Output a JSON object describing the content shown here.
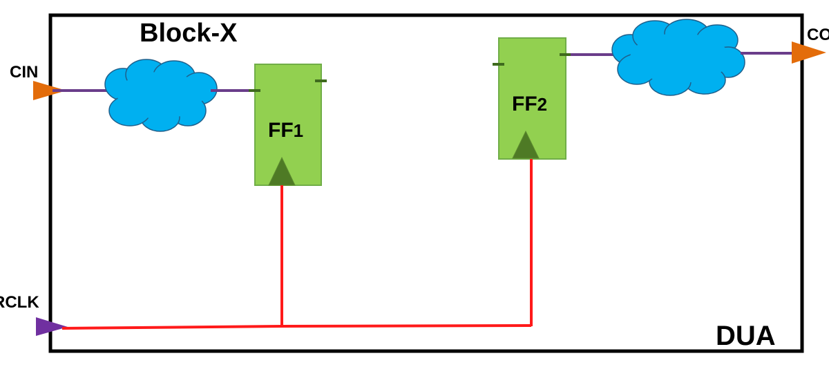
{
  "block_title": "Block-X",
  "block_name": "DUA",
  "ports": {
    "input_port": "CIN",
    "output_port": "CO",
    "clock_port": "RCLK"
  },
  "flip_flops": [
    {
      "label": "FF",
      "index": "1"
    },
    {
      "label": "FF",
      "index": "2"
    }
  ],
  "colors": {
    "clock_wire": "#ff1a1a",
    "data_wire": "#6a3d8a",
    "flip_flop_fill": "#92d050",
    "flip_flop_border": "#70ad47",
    "clock_triangle": "#4e7a25",
    "logic_cloud": "#00b0f0",
    "io_port_arrow": "#e36c0a",
    "clock_port_arrow": "#7030a0"
  }
}
